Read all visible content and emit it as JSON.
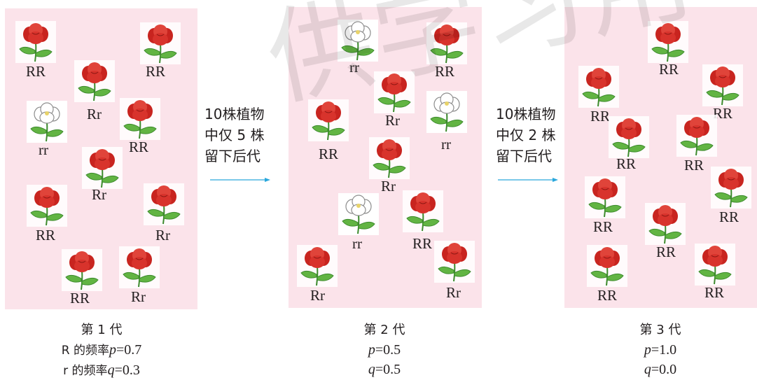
{
  "watermark": "供学习用",
  "panels": [
    {
      "caption": {
        "generation": "第 1 代",
        "p_line_prefix": "R 的频率",
        "p_var": "p",
        "p_value": "=0.7",
        "q_line_prefix": "r 的频率",
        "q_var": "q",
        "q_value": "=0.3"
      },
      "plants": [
        {
          "genotype": "RR",
          "color": "red"
        },
        {
          "genotype": "RR",
          "color": "red"
        },
        {
          "genotype": "Rr",
          "color": "red"
        },
        {
          "genotype": "rr",
          "color": "white"
        },
        {
          "genotype": "RR",
          "color": "red"
        },
        {
          "genotype": "Rr",
          "color": "red"
        },
        {
          "genotype": "RR",
          "color": "red"
        },
        {
          "genotype": "Rr",
          "color": "red"
        },
        {
          "genotype": "RR",
          "color": "red"
        },
        {
          "genotype": "Rr",
          "color": "red"
        }
      ]
    },
    {
      "caption": {
        "generation": "第 2 代",
        "p_var": "p",
        "p_value": "=0.5",
        "q_var": "q",
        "q_value": "=0.5"
      },
      "plants": [
        {
          "genotype": "rr",
          "color": "white"
        },
        {
          "genotype": "RR",
          "color": "red"
        },
        {
          "genotype": "Rr",
          "color": "red"
        },
        {
          "genotype": "rr",
          "color": "white"
        },
        {
          "genotype": "RR",
          "color": "red"
        },
        {
          "genotype": "Rr",
          "color": "red"
        },
        {
          "genotype": "rr",
          "color": "white"
        },
        {
          "genotype": "RR",
          "color": "red"
        },
        {
          "genotype": "Rr",
          "color": "red"
        },
        {
          "genotype": "Rr",
          "color": "red"
        }
      ]
    },
    {
      "caption": {
        "generation": "第 3 代",
        "p_var": "p",
        "p_value": "=1.0",
        "q_var": "q",
        "q_value": "=0.0"
      },
      "plants": [
        {
          "genotype": "RR",
          "color": "red"
        },
        {
          "genotype": "RR",
          "color": "red"
        },
        {
          "genotype": "RR",
          "color": "red"
        },
        {
          "genotype": "RR",
          "color": "red"
        },
        {
          "genotype": "RR",
          "color": "red"
        },
        {
          "genotype": "RR",
          "color": "red"
        },
        {
          "genotype": "RR",
          "color": "red"
        },
        {
          "genotype": "RR",
          "color": "red"
        },
        {
          "genotype": "RR",
          "color": "red"
        },
        {
          "genotype": "RR",
          "color": "red"
        }
      ]
    }
  ],
  "arrows": [
    {
      "lines": [
        "10株植物",
        "中仅 5 株",
        "留下后代"
      ]
    },
    {
      "lines": [
        "10株植物",
        "中仅 2 株",
        "留下后代"
      ]
    }
  ],
  "colors": {
    "panel_bg": "#fbe3ea",
    "arrow": "#2aa7dc",
    "petal_red": "#d8332c",
    "leaf_green": "#62b443"
  }
}
